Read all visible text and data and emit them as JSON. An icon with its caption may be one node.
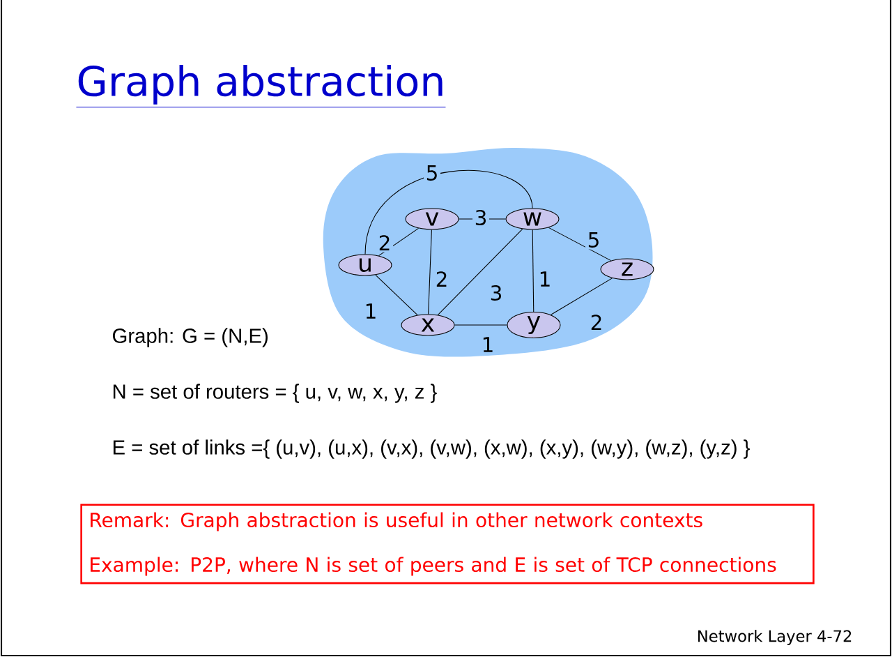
{
  "diagram": {
    "title": "Graph abstraction",
    "nodes": [
      {
        "text": [],
        "shape": "cloud"
      },
      {
        "text": [
          "u"
        ],
        "in": 0
      },
      {
        "text": [
          "v"
        ],
        "in": 0
      },
      {
        "text": [
          "w"
        ],
        "in": 0
      },
      {
        "text": [
          "x"
        ],
        "in": 0
      },
      {
        "text": [
          "y"
        ],
        "in": 0
      },
      {
        "text": [
          "z"
        ],
        "in": 0
      },
      {
        "text": [
          "Remark: Graph abstraction is useful in other network contexts",
          "Example: P2P, where N is set of peers and E is set of TCP connections"
        ]
      }
    ],
    "edges": [
      {
        "from": 1,
        "to": 3,
        "arrow": "none",
        "label": "5"
      },
      {
        "from": 1,
        "to": 2,
        "arrow": "none",
        "label": "2"
      },
      {
        "from": 2,
        "to": 3,
        "arrow": "none",
        "label": "3"
      },
      {
        "from": 3,
        "to": 6,
        "arrow": "none",
        "label": "5"
      },
      {
        "from": 2,
        "to": 4,
        "arrow": "none",
        "label": "2"
      },
      {
        "from": 4,
        "to": 3,
        "arrow": "none",
        "label": "3"
      },
      {
        "from": 3,
        "to": 5,
        "arrow": "none",
        "label": "1"
      },
      {
        "from": 1,
        "to": 4,
        "arrow": "none",
        "label": "1"
      },
      {
        "from": 5,
        "to": 6,
        "arrow": "none",
        "label": "2"
      },
      {
        "from": 4,
        "to": 5,
        "arrow": "none",
        "label": "1"
      }
    ],
    "labels": [
      "Graph: G = (N,E)",
      "N = set of routers = { u, v, w, x, y, z }",
      "E = set of links ={ (u,v), (u,x), (v,x), (v,w), (x,w), (x,y), (w,y), (w,z), (y,z) }",
      "Network Layer 4-72"
    ]
  }
}
